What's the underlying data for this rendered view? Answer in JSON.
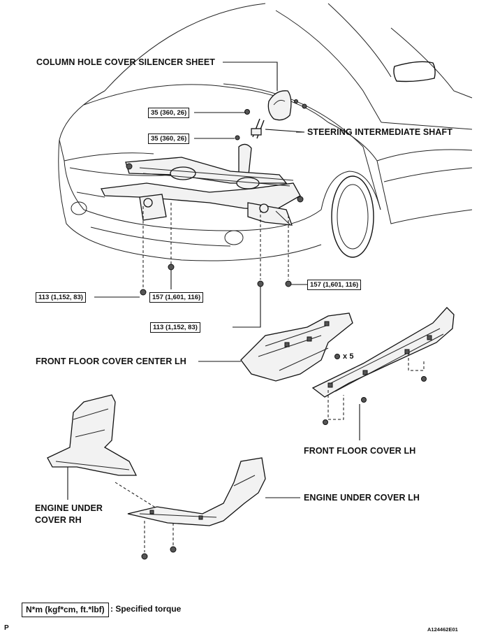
{
  "labels": {
    "column_hole_cover": "COLUMN HOLE COVER SILENCER SHEET",
    "steering_shaft": "STEERING INTERMEDIATE SHAFT",
    "front_floor_center": "FRONT FLOOR COVER CENTER LH",
    "front_floor_cover": "FRONT FLOOR COVER LH",
    "engine_under_rh_line1": "ENGINE UNDER",
    "engine_under_rh_line2": "COVER RH",
    "engine_under_lh": "ENGINE UNDER COVER LH",
    "qty": "x 5"
  },
  "torques": {
    "t1": "35 (360, 26)",
    "t2": "35 (360, 26)",
    "t3": "113 (1,152, 83)",
    "t4": "157 (1,601, 116)",
    "t5": "157 (1,601, 116)",
    "t6": "113 (1,152, 83)"
  },
  "legend": {
    "unit": "N*m (kgf*cm, ft.*lbf)",
    "text": ": Specified torque"
  },
  "footer": {
    "left": "P",
    "right": "A124462E01"
  }
}
